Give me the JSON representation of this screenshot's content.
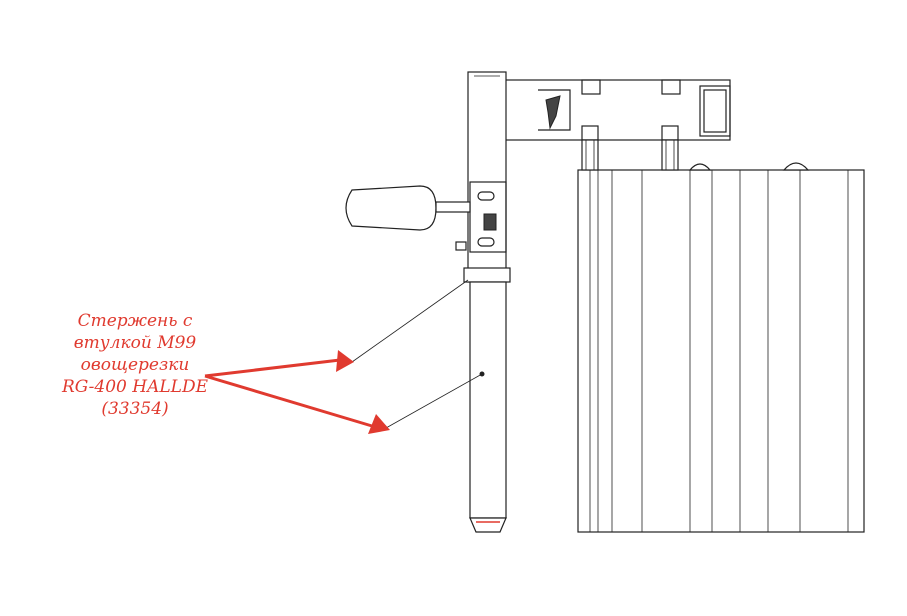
{
  "annotation": {
    "lines": [
      "Стержень с",
      "втулкой М99",
      "овощерезки",
      "RG-400 HALLDE",
      "(33354)"
    ],
    "color": "#e03a2f"
  },
  "drawing": {
    "line_color": "#222222",
    "accent_color": "#e03a2f"
  }
}
